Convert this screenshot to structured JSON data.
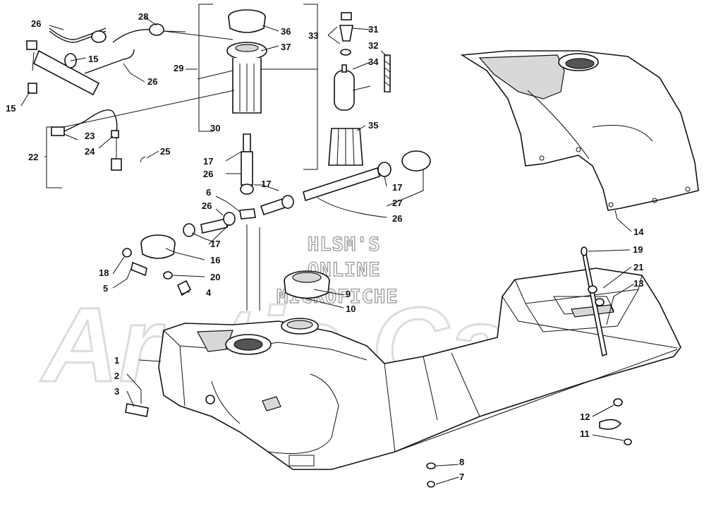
{
  "watermark": {
    "lines": [
      "HLSM'S",
      "ONLINE",
      "MICROFICHE"
    ],
    "logo_text": "Arctic Cat"
  },
  "callouts": {
    "c1": "1",
    "c2": "2",
    "c3": "3",
    "c4": "4",
    "c5": "5",
    "c6": "6",
    "c7": "7",
    "c8": "8",
    "c9": "9",
    "c10": "10",
    "c11": "11",
    "c12": "12",
    "c13": "13",
    "c14": "14",
    "c15a": "15",
    "c15b": "15",
    "c16": "16",
    "c17a": "17",
    "c17b": "17",
    "c17c": "17",
    "c17d": "17",
    "c18": "18",
    "c19": "19",
    "c20": "20",
    "c21": "21",
    "c22": "22",
    "c23": "23",
    "c24": "24",
    "c25": "25",
    "c26a": "26",
    "c26b": "26",
    "c26c": "26",
    "c26d": "26",
    "c26e": "26",
    "c27": "27",
    "c28": "28",
    "c29": "29",
    "c30": "30",
    "c31": "31",
    "c32": "32",
    "c33": "33",
    "c34": "34",
    "c35": "35",
    "c36": "36",
    "c37": "37"
  },
  "colors": {
    "line": "#111111",
    "watermark": "#999999",
    "background": "#ffffff"
  }
}
